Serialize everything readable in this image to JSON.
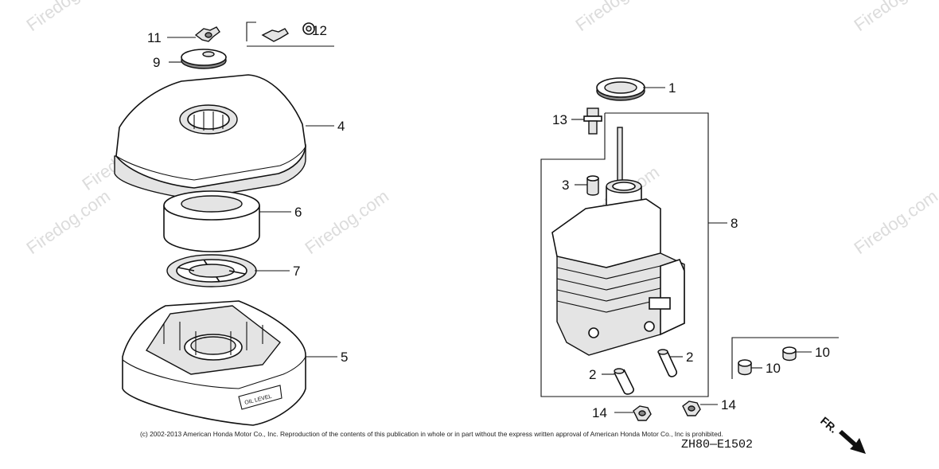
{
  "watermark_text": "Firedog.com",
  "callouts": {
    "p1": "1",
    "p2a": "2",
    "p2b": "2",
    "p3": "3",
    "p4": "4",
    "p5": "5",
    "p6": "6",
    "p7": "7",
    "p8": "8",
    "p9": "9",
    "p10a": "10",
    "p10b": "10",
    "p11": "11",
    "p12": "12",
    "p13": "13",
    "p14a": "14",
    "p14b": "14"
  },
  "housing_label": "OIL LEVEL",
  "copyright": "(c) 2002-2013 American Honda Motor Co., Inc. Reproduction of the contents of this publication in whole or in part without the express written approval of American Honda Motor Co., Inc is prohibited.",
  "diagram_code": "ZH80—E1502",
  "direction_label": "FR."
}
